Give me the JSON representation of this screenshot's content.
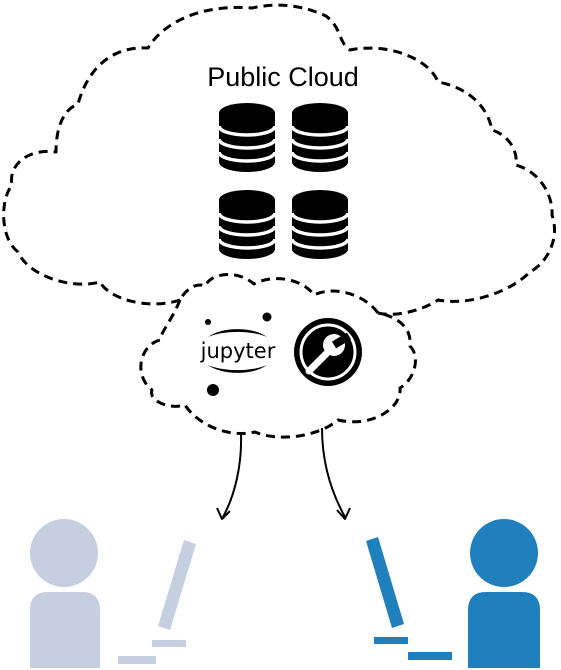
{
  "cloud": {
    "title": "Public Cloud"
  },
  "services": {
    "jupyter_label": "jupyter"
  },
  "colors": {
    "outline": "#000000",
    "user_left": "#c5cfdf",
    "user_right": "#1f80bd"
  },
  "icons": {
    "databases": [
      "database-icon",
      "database-icon",
      "database-icon",
      "database-icon"
    ],
    "notebook": "jupyter-logo",
    "tools": "wrench-icon",
    "users": [
      "person-icon",
      "person-icon"
    ],
    "computers": [
      "computer-icon",
      "computer-icon"
    ]
  }
}
